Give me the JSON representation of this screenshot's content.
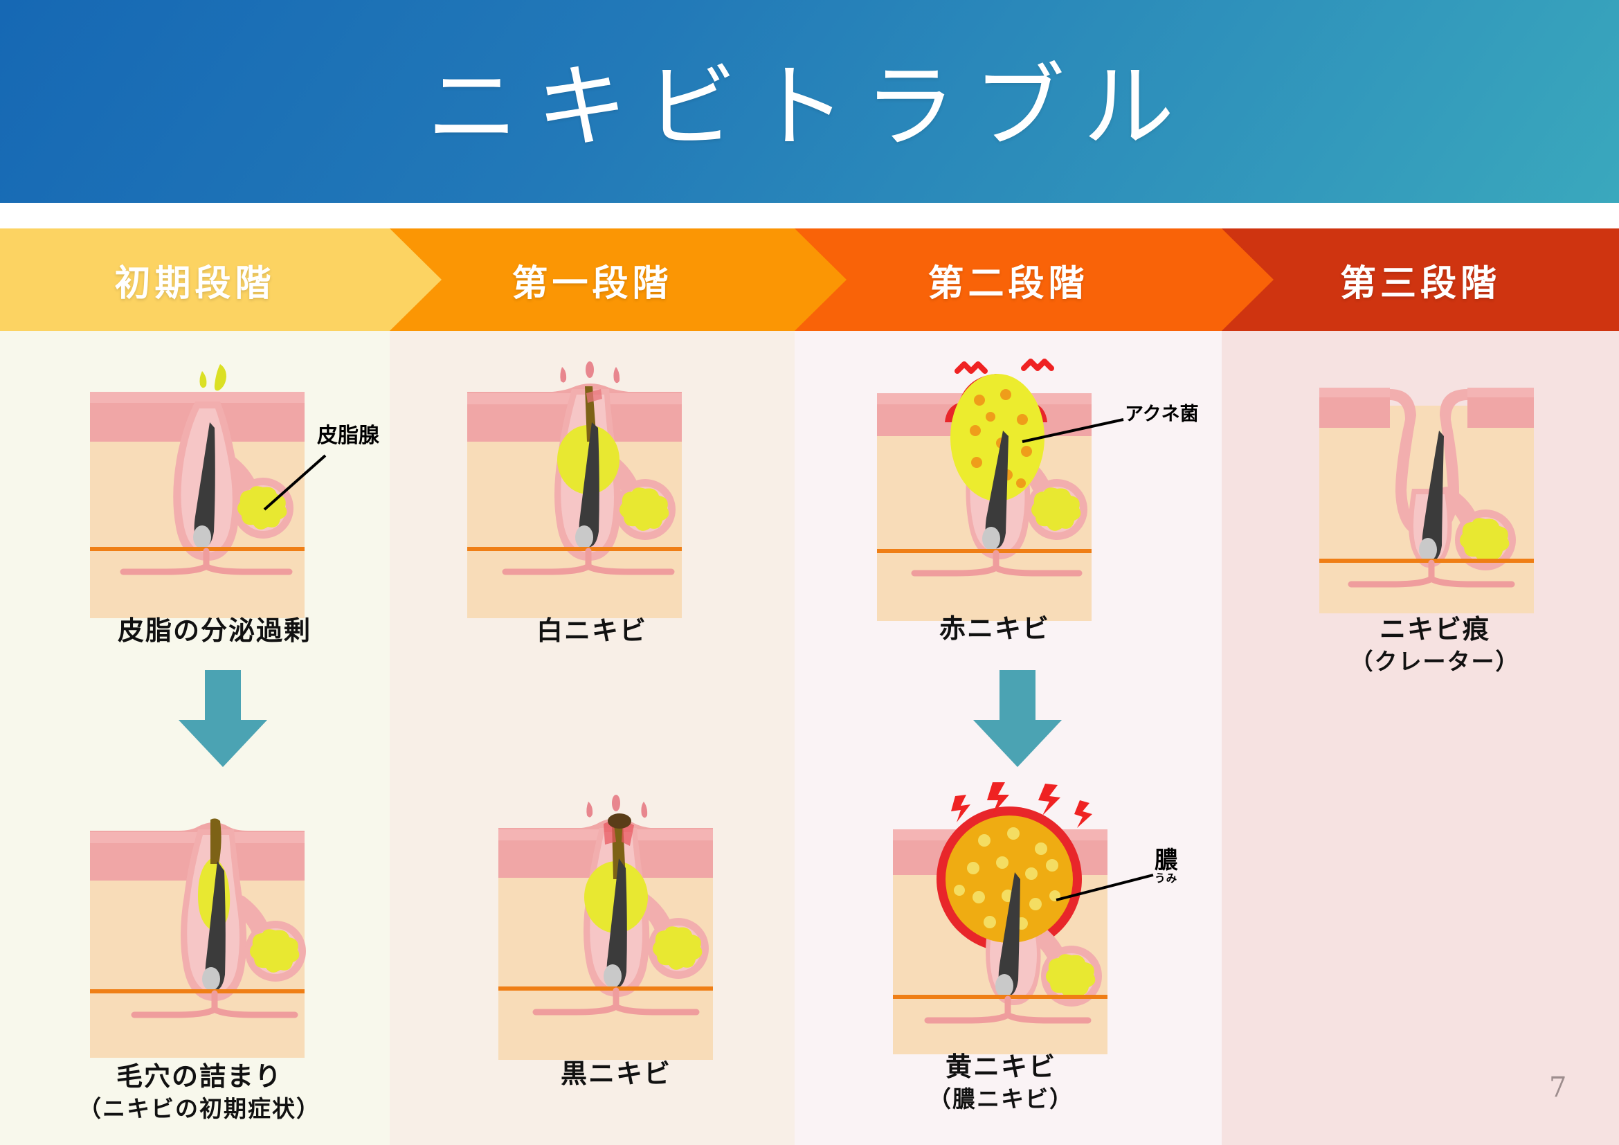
{
  "slide": {
    "title": "ニキビトラブル",
    "page_number": "7",
    "title_gradient_from": "#1668b4",
    "title_gradient_to": "#3aa8bd",
    "arrow_color": "#4ba3b3"
  },
  "stages": [
    {
      "label": "初期段階",
      "color": "#fcd362",
      "bg": "#f8f8ec"
    },
    {
      "label": "第一段階",
      "color": "#fb9604",
      "bg": "#f8efe7"
    },
    {
      "label": "第二段階",
      "color": "#f96308",
      "bg": "#faf3f5"
    },
    {
      "label": "第三段階",
      "color": "#cf3410",
      "bg": "#f6e2e1"
    }
  ],
  "diagrams": {
    "sebum_overproduction": {
      "caption": "皮脂の分泌過剰",
      "callout": "皮脂腺"
    },
    "clogged_pore": {
      "caption": "毛穴の詰まり",
      "caption_sub": "（ニキビの初期症状）"
    },
    "whitehead": {
      "caption": "白ニキビ"
    },
    "blackhead": {
      "caption": "黒ニキビ"
    },
    "red_acne": {
      "caption": "赤ニキビ",
      "callout": "アクネ菌"
    },
    "yellow_acne": {
      "caption": "黄ニキビ",
      "caption_sub": "（膿ニキビ）",
      "callout": "膿",
      "callout_ruby": "うみ"
    },
    "acne_scar": {
      "caption": "ニキビ痕",
      "caption_sub": "（クレーター）"
    }
  },
  "palette": {
    "epidermis": "#f0a6a6",
    "epidermis_light": "#f6bcbc",
    "dermis": "#f8dcb8",
    "follicle": "#f2aeae",
    "follicle_inner": "#f6c6c6",
    "hair": "#3b3b3b",
    "papilla": "#c9c9c9",
    "sebum": "#e8e831",
    "sebum_bright": "#ecec2e",
    "pus": "#efac12",
    "inflammation": "#e8262a",
    "boundary_line": "#ef7e15",
    "vessel": "#ef9d9d",
    "plug": "#7d6216",
    "blackhead_plug": "#5a3d18"
  }
}
